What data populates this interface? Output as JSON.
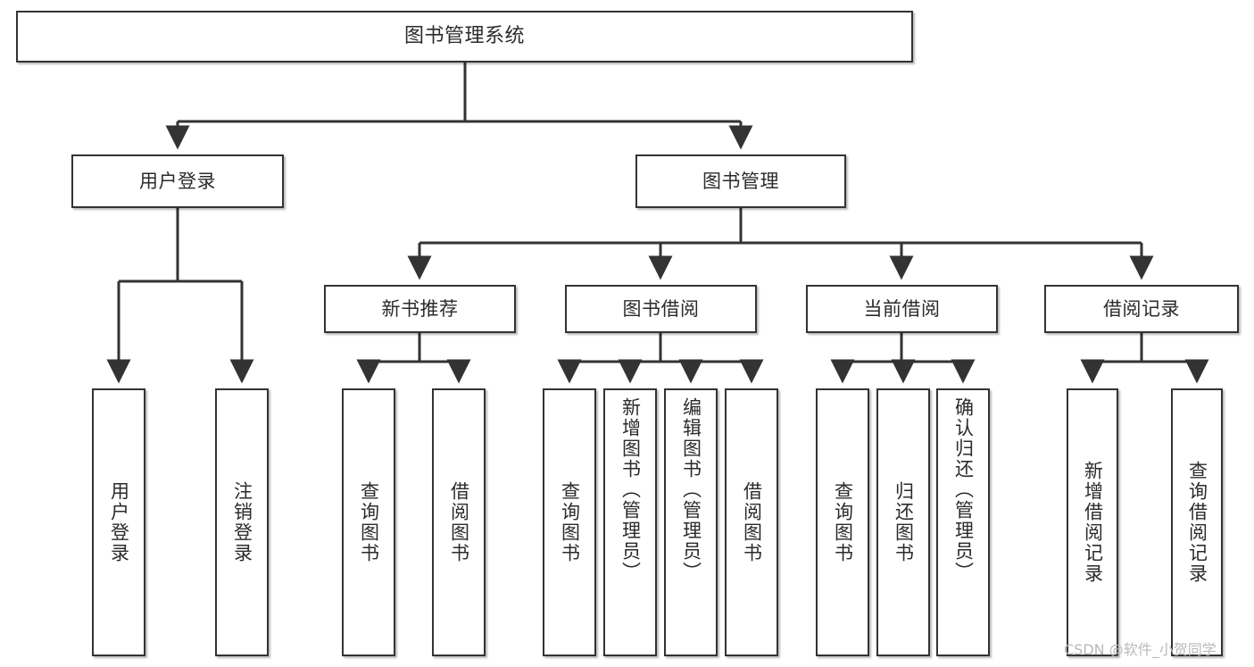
{
  "diagram": {
    "title": "图书管理系统",
    "type": "tree",
    "root": {
      "id": "root",
      "label": "图书管理系统"
    },
    "level2": [
      {
        "id": "user-login",
        "label": "用户登录"
      },
      {
        "id": "book-manage",
        "label": "图书管理"
      }
    ],
    "level3": [
      {
        "id": "new-book-rec",
        "label": "新书推荐",
        "parent": "book-manage"
      },
      {
        "id": "book-borrow",
        "label": "图书借阅",
        "parent": "book-manage"
      },
      {
        "id": "current-borrow",
        "label": "当前借阅",
        "parent": "book-manage"
      },
      {
        "id": "borrow-record",
        "label": "借阅记录",
        "parent": "book-manage"
      }
    ],
    "leaves": [
      {
        "id": "leaf-user-login",
        "label": "用户登录",
        "parent": "user-login"
      },
      {
        "id": "leaf-user-logout",
        "label": "注销登录",
        "parent": "user-login"
      },
      {
        "id": "leaf-query-book-1",
        "label": "查询图书",
        "parent": "new-book-rec"
      },
      {
        "id": "leaf-borrow-book-1",
        "label": "借阅图书",
        "parent": "new-book-rec"
      },
      {
        "id": "leaf-query-book-2",
        "label": "查询图书",
        "parent": "book-borrow"
      },
      {
        "id": "leaf-add-book",
        "label": "新增图书（管理员）",
        "parent": "book-borrow"
      },
      {
        "id": "leaf-edit-book",
        "label": "编辑图书（管理员）",
        "parent": "book-borrow"
      },
      {
        "id": "leaf-borrow-book-2",
        "label": "借阅图书",
        "parent": "book-borrow"
      },
      {
        "id": "leaf-query-book-3",
        "label": "查询图书",
        "parent": "current-borrow"
      },
      {
        "id": "leaf-return-book",
        "label": "归还图书",
        "parent": "current-borrow"
      },
      {
        "id": "leaf-confirm-return",
        "label": "确认归还（管理员）",
        "parent": "current-borrow"
      },
      {
        "id": "leaf-add-record",
        "label": "新增借阅记录",
        "parent": "borrow-record"
      },
      {
        "id": "leaf-query-record",
        "label": "查询借阅记录",
        "parent": "borrow-record"
      }
    ],
    "colors": {
      "stroke": "#333333",
      "box_fill": "#ffffff",
      "text": "#2b2b2b",
      "watermark": "#b9b9b9",
      "background": "#ffffff"
    }
  },
  "watermark": {
    "text": "CSDN @软件_小贺同学"
  }
}
